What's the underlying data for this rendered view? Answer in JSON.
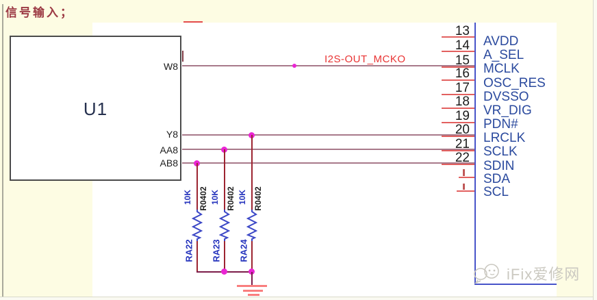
{
  "title": "信号输入；",
  "u1": {
    "ref": "U1",
    "pins": [
      {
        "name": "W8"
      },
      {
        "name": "Y8"
      },
      {
        "name": "AA8"
      },
      {
        "name": "AB8"
      }
    ]
  },
  "net_label": "I2S-OUT_MCKO",
  "ic": {
    "pins": [
      {
        "number": "13",
        "name": "AVDD"
      },
      {
        "number": "14",
        "name": "A_SEL"
      },
      {
        "number": "15",
        "name": "MCLK"
      },
      {
        "number": "16",
        "name": "OSC_RES"
      },
      {
        "number": "17",
        "name": "DVSSO"
      },
      {
        "number": "18",
        "name": "VR_DIG"
      },
      {
        "number": "19",
        "name": "PDN#"
      },
      {
        "number": "20",
        "name": "LRCLK"
      },
      {
        "number": "21",
        "name": "SCLK"
      },
      {
        "number": "22",
        "name": "SDIN"
      },
      {
        "number": "",
        "name": "SDA"
      },
      {
        "number": "",
        "name": "SCL"
      }
    ]
  },
  "resistors": [
    {
      "ref": "RA22",
      "value": "10K",
      "footprint": "R0402"
    },
    {
      "ref": "RA23",
      "value": "10K",
      "footprint": "R0402"
    },
    {
      "ref": "RA24",
      "value": "10K",
      "footprint": "R0402"
    }
  ],
  "watermark": "iFix爱修网",
  "colors": {
    "background": "#fdfce3",
    "sheet_white": "#ffffff",
    "wire": "#a8798a",
    "pin_stub_red": "#e2605f",
    "vertical_wire": "#9c2430",
    "junction_magenta": "#ea25d4",
    "net_label_red": "#e93333",
    "ic_outline_blue": "#4753c9",
    "label_blue": "#2b4a9e",
    "resistor_blue": "#2634bd",
    "ground_salmon": "#f97e7e",
    "title_red": "#9c3a44"
  }
}
